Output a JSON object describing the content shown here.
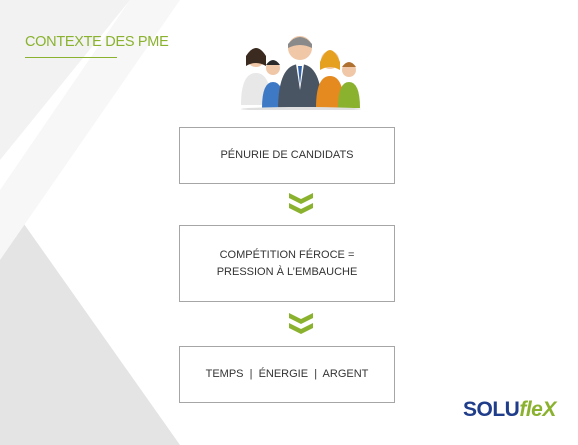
{
  "slide": {
    "title": "CONTEXTE DES PME",
    "boxes": [
      {
        "line1": "PÉNURIE DE CANDIDATS",
        "line2": ""
      },
      {
        "line1": "COMPÉTITION FÉROCE =",
        "line2": "PRESSION À L’EMBAUCHE"
      },
      {
        "line1": "TEMPS  |  ÉNERGIE  |  ARGENT",
        "line2": ""
      }
    ]
  },
  "logo": {
    "part1": "SOLU",
    "part2": "fle",
    "part3": "X"
  },
  "colors": {
    "accent": "#8ab22f",
    "brand_blue": "#1f3d8a",
    "box_border": "#a6a6a6",
    "background_shape": "#e6e6e6"
  }
}
